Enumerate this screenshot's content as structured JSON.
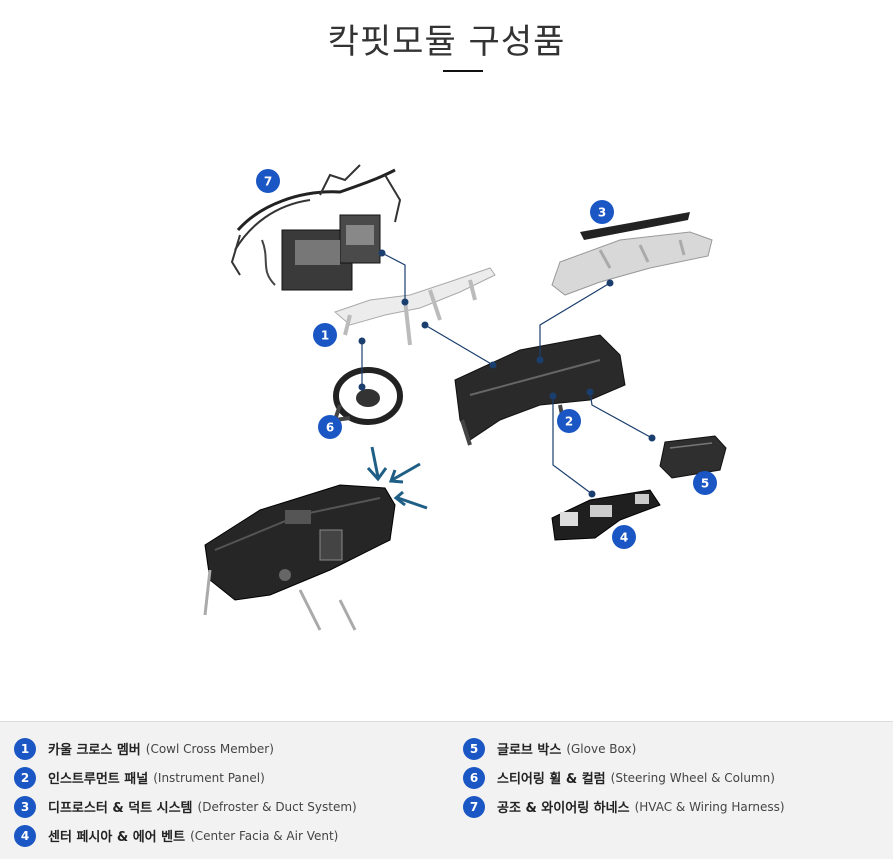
{
  "page": {
    "title": "칵핏모듈 구성품"
  },
  "colors": {
    "accent_blue": "#1a56c4",
    "arrow_blue": "#1f5f86",
    "leader_line": "#1a3e6e",
    "legend_bg": "#f2f2f2"
  },
  "diagram": {
    "badges": [
      {
        "num": "1",
        "component": "cowl-cross-member"
      },
      {
        "num": "2",
        "component": "instrument-panel"
      },
      {
        "num": "3",
        "component": "defroster-duct"
      },
      {
        "num": "4",
        "component": "center-facia"
      },
      {
        "num": "5",
        "component": "glove-box"
      },
      {
        "num": "6",
        "component": "steering-wheel"
      },
      {
        "num": "7",
        "component": "hvac-wiring"
      }
    ]
  },
  "legend": {
    "left": [
      {
        "num": "1",
        "ko": "카울 크로스 멤버",
        "en": "(Cowl Cross Member)"
      },
      {
        "num": "2",
        "ko": "인스트루먼트 패널",
        "en": "(Instrument Panel)"
      },
      {
        "num": "3",
        "ko": "디프로스터 & 덕트 시스템",
        "en": "(Defroster & Duct System)"
      },
      {
        "num": "4",
        "ko": "센터 페시아 & 에어 벤트",
        "en": "(Center Facia & Air Vent)"
      }
    ],
    "right": [
      {
        "num": "5",
        "ko": "글로브 박스",
        "en": "(Glove Box)"
      },
      {
        "num": "6",
        "ko": "스티어링 휠 & 컬럼",
        "en": "(Steering Wheel & Column)"
      },
      {
        "num": "7",
        "ko": "공조 & 와이어링 하네스",
        "en": "(HVAC & Wiring Harness)"
      }
    ]
  }
}
